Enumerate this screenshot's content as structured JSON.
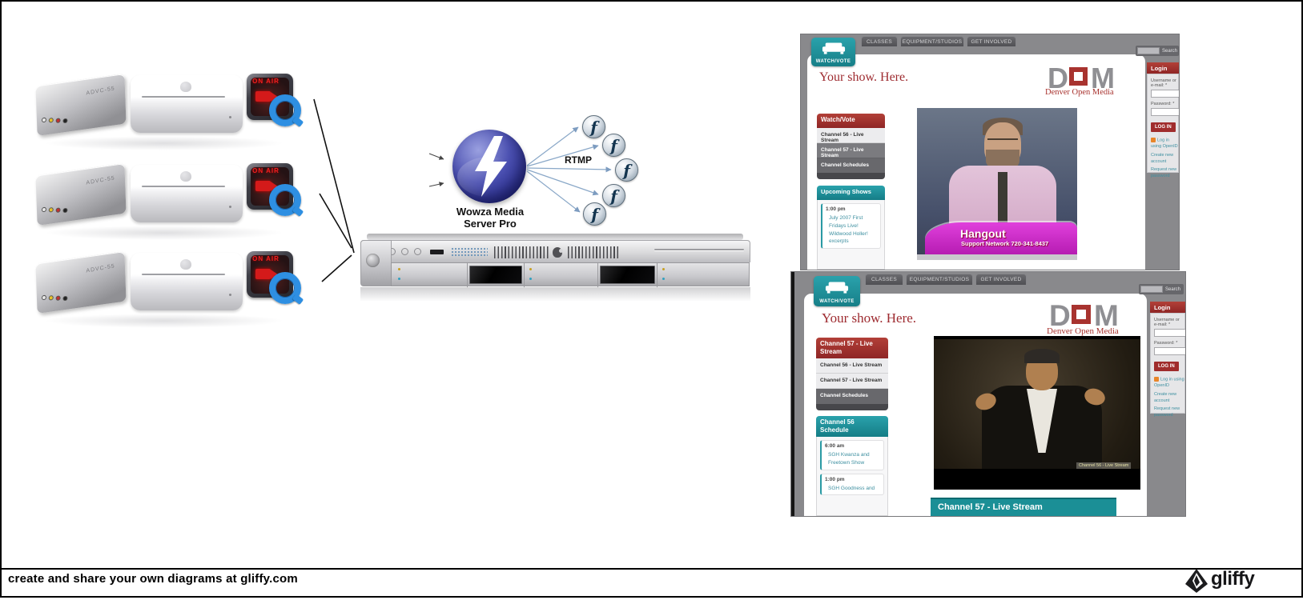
{
  "footer": {
    "tagline": "create and share your own diagrams at gliffy.com",
    "brand": "gliffy"
  },
  "pipeline": {
    "advc_label": "ADVC-55",
    "onair_label": "ON AIR",
    "wowza_label_1": "Wowza Media",
    "wowza_label_2": "Server Pro",
    "protocol_label": "RTMP",
    "flash_glyph": "f"
  },
  "colors": {
    "teal": "#1b8f96",
    "maroon": "#9e2b30",
    "magenta": "#cc2cc8",
    "surround_gray": "#89898c",
    "link_teal": "#3d8fa0"
  },
  "site1": {
    "nav_tabs": [
      "CLASSES",
      "EQUIPMENT/STUDIOS",
      "GET INVOLVED"
    ],
    "home_tab": "WATCH/VOTE",
    "tagline": "Your show. Here.",
    "logo": {
      "d": "D",
      "m": "M",
      "subtitle": "Denver Open Media"
    },
    "search_label": "Search",
    "sidebar": {
      "menu_header": "Watch/Vote",
      "menu_items": [
        "Channel 56 - Live Stream",
        "Channel 57 - Live Stream",
        "Channel Schedules"
      ],
      "box_header": "Upcoming Shows",
      "entries": [
        {
          "time": "1:00 pm",
          "title": "July 2007 First Fridays Live! Wildwood Holler! excerpts"
        }
      ]
    },
    "video_banner": {
      "title": "Hangout",
      "subtitle": "Support Network 720-341-8437"
    },
    "login": {
      "header": "Login",
      "username_label": "Username or e-mail: *",
      "password_label": "Password: *",
      "submit_label": "LOG IN",
      "links": [
        "Log in using OpenID",
        "Create new account",
        "Request new password"
      ]
    }
  },
  "site2": {
    "nav_tabs": [
      "CLASSES",
      "EQUIPMENT/STUDIOS",
      "GET INVOLVED"
    ],
    "home_tab": "WATCH/VOTE",
    "tagline": "Your show. Here.",
    "logo": {
      "d": "D",
      "m": "M",
      "subtitle": "Denver Open Media"
    },
    "search_label": "Search",
    "sidebar": {
      "menu_header": "Channel 57 - Live Stream",
      "menu_items": [
        "Channel 56 - Live Stream",
        "Channel 57 - Live Stream",
        "Channel Schedules"
      ],
      "box_header": "Channel 56 Schedule",
      "entries": [
        {
          "time": "6:00 am",
          "title": "SGH Kwanza and Freetown Show"
        },
        {
          "time": "1:00 pm",
          "title": "SGH Goodness and"
        }
      ]
    },
    "video_watermark": "Channel 56 - Live Stream",
    "bottom_bar_label": "Channel 57 - Live Stream",
    "login": {
      "header": "Login",
      "username_label": "Username or e-mail: *",
      "password_label": "Password: *",
      "submit_label": "LOG IN",
      "links": [
        "Log in using OpenID",
        "Create new account",
        "Request new password"
      ]
    }
  }
}
